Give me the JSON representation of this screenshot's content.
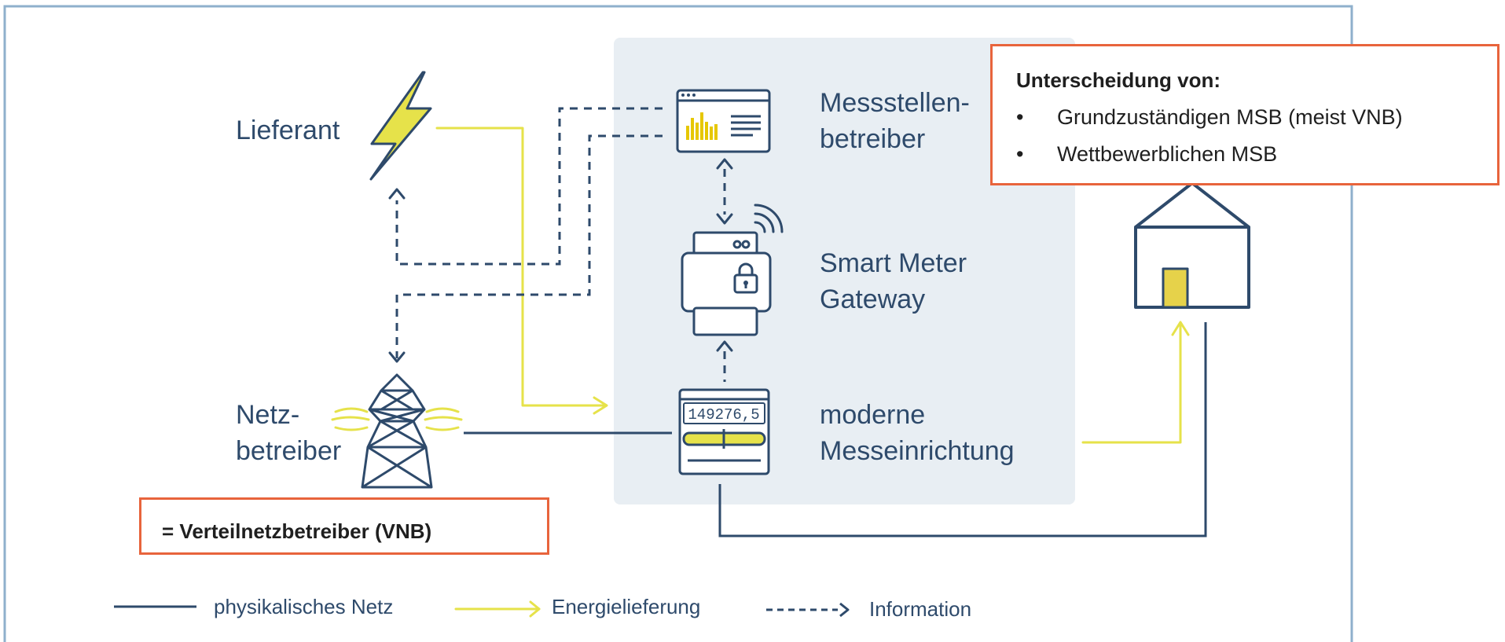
{
  "labels": {
    "lieferant": "Lieferant",
    "msb_line1": "Messstellen-",
    "msb_line2": "betreiber",
    "smgw_line1": "Smart Meter",
    "smgw_line2": "Gateway",
    "mme_line1": "moderne",
    "mme_line2": "Messeinrichtung",
    "netz_line1": "Netz-",
    "netz_line2": "betreiber",
    "meter_reading": "149276,5"
  },
  "callouts": {
    "vnb": "= Verteilnetzbetreiber (VNB)",
    "msb": {
      "title": "Unterscheidung von:",
      "items": [
        "Grundzuständigen MSB (meist VNB)",
        "Wettbewerblichen MSB"
      ]
    }
  },
  "legend": {
    "physical": "physikalisches Netz",
    "energy": "Energielieferung",
    "info": "Information"
  },
  "colors": {
    "frame": "#8fb0cc",
    "panel": "#e8eef3",
    "navy": "#2e4a6b",
    "energy": "#e6e24a",
    "callout_border": "#e8643c"
  }
}
